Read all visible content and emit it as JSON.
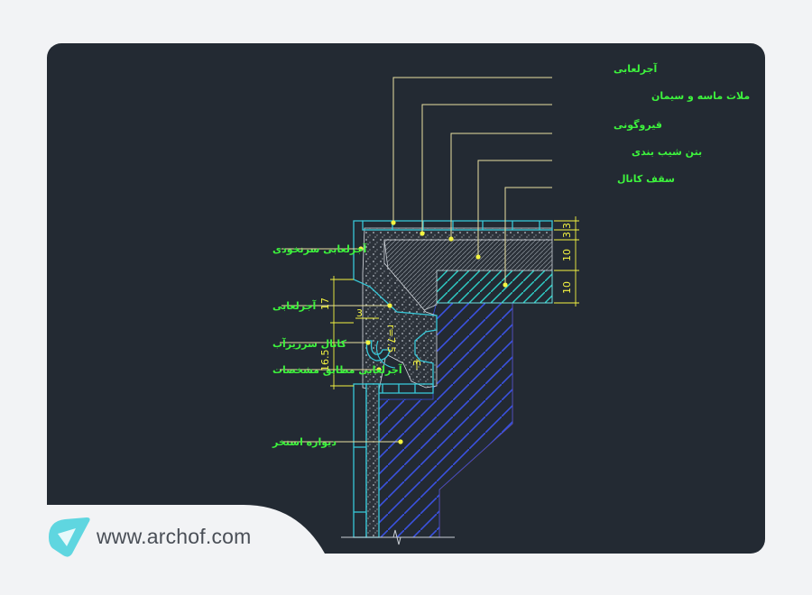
{
  "labels": [
    {
      "text": "آجرلعابی"
    },
    {
      "text": "ملات ماسه و سیمان"
    },
    {
      "text": "قیروگونی"
    },
    {
      "text": "بتن شیب بندی"
    },
    {
      "text": "سقف کانال"
    },
    {
      "text": "آجرلعابی سرنخودی"
    },
    {
      "text": "آجرلعابی"
    },
    {
      "text": "کانال سرریزآب"
    },
    {
      "text": "آجرلعابی مطابق مشخصات"
    },
    {
      "text": "دیواره اسنخر"
    }
  ],
  "dimensions": {
    "right": [
      "3",
      "3",
      "10",
      "10"
    ],
    "left": [
      "17",
      "16.5"
    ],
    "small": [
      "3",
      "3"
    ],
    "radius": "r=7.5"
  },
  "watermark": {
    "text": "www.archof.com"
  },
  "colors": {
    "background": "#232a33",
    "label": "#3df33d",
    "leader": "#e8e0a0",
    "brick_outline": "#38c8d8",
    "hatch": "#3a52e0",
    "concrete": "#9aa3ad",
    "wall_brown": "#8a3a2a",
    "dimension": "#f4f441",
    "watermark_icon": "#5fd6e0"
  }
}
